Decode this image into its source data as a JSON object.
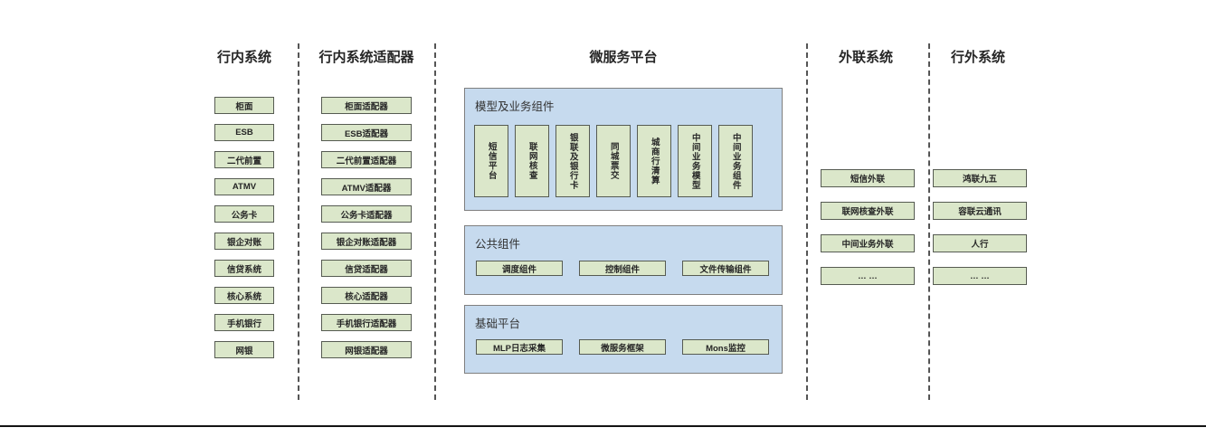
{
  "inner_systems": {
    "title": "行内系统",
    "items": [
      "柜面",
      "ESB",
      "二代前置",
      "ATMV",
      "公务卡",
      "银企对账",
      "信贷系统",
      "核心系统",
      "手机银行",
      "网银"
    ]
  },
  "adapters": {
    "title": "行内系统适配器",
    "items": [
      "柜面适配器",
      "ESB适配器",
      "二代前置适配器",
      "ATMV适配器",
      "公务卡适配器",
      "银企对账适配器",
      "信贷适配器",
      "核心适配器",
      "手机银行适配器",
      "网银适配器"
    ]
  },
  "platform": {
    "title": "微服务平台",
    "model_section": {
      "label": "模型及业务组件",
      "items": [
        "短信平台",
        "联网核查",
        "银联及银行卡",
        "同城票交",
        "城商行清算",
        "中间业务模型",
        "中间业务组件"
      ]
    },
    "common_section": {
      "label": "公共组件",
      "items": [
        "调度组件",
        "控制组件",
        "文件传输组件"
      ]
    },
    "base_section": {
      "label": "基础平台",
      "items": [
        "MLP日志采集",
        "微服务框架",
        "Mons监控"
      ]
    }
  },
  "outreach": {
    "title": "外联系统",
    "items": [
      "短信外联",
      "联网核查外联",
      "中间业务外联",
      "… …"
    ]
  },
  "external": {
    "title": "行外系统",
    "items": [
      "鸿联九五",
      "容联云通讯",
      "人行",
      "… …"
    ]
  },
  "colors": {
    "node_fill": "#dbe7ca",
    "node_border": "#565b52",
    "panel_fill": "#c6daee",
    "panel_border": "#7f7f7f",
    "separator": "#555555",
    "text": "#262626"
  }
}
